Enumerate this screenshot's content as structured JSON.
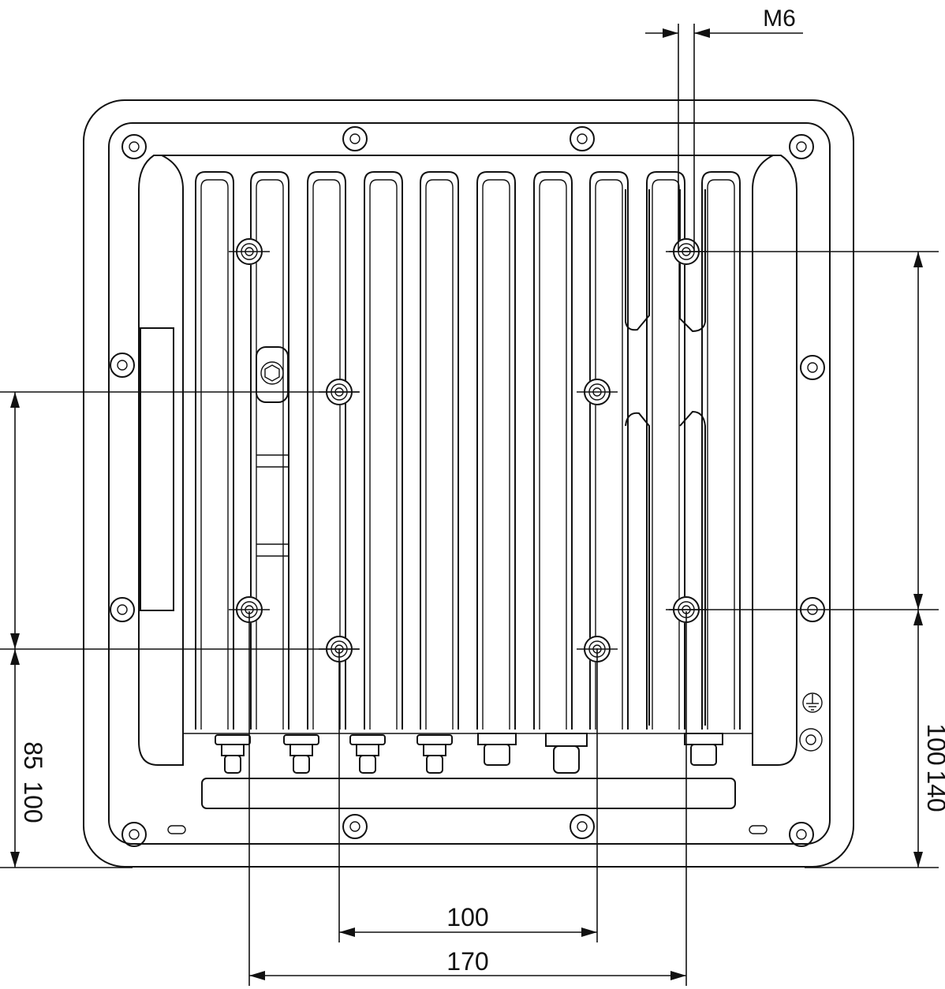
{
  "drawing": {
    "thread_callout": "M6",
    "dimensions": {
      "bottom_inner": "100",
      "bottom_outer": "170",
      "left_upper": "100",
      "left_lower": "85",
      "right_upper": "140",
      "right_lower": "100"
    },
    "colors": {
      "line": "#111111",
      "background": "#ffffff"
    },
    "icons": [
      "ground-symbol-icon"
    ]
  }
}
